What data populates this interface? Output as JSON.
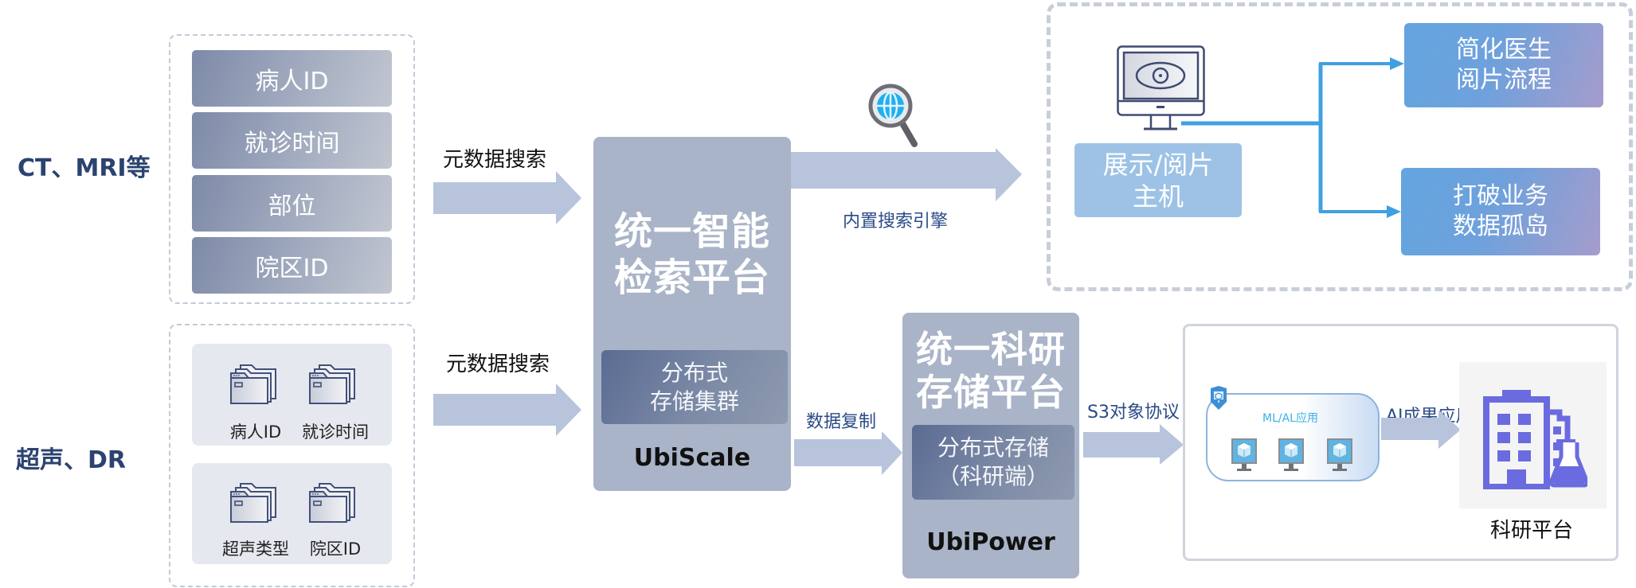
{
  "sources": {
    "ct_mri": {
      "label": "CT、MRI等",
      "fields": [
        "病人ID",
        "就诊时间",
        "部位",
        "院区ID"
      ]
    },
    "ultrasound_dr": {
      "label": "超声、DR",
      "panels": [
        {
          "items": [
            {
              "icon": "folder-stack-icon",
              "label": "病人ID"
            },
            {
              "icon": "folder-stack-icon",
              "label": "就诊时间"
            }
          ]
        },
        {
          "items": [
            {
              "icon": "folder-stack-icon",
              "label": "超声类型"
            },
            {
              "icon": "folder-stack-icon",
              "label": "院区ID"
            }
          ]
        }
      ]
    }
  },
  "arrows": {
    "metadata_search_top": "元数据搜索",
    "metadata_search_bottom": "元数据搜索",
    "builtin_search_engine": "内置搜索引擎",
    "data_replication": "数据复制",
    "s3_protocol": "S3对象协议",
    "ai_result_application": "AI成果应用"
  },
  "retrieval_platform": {
    "title_line1": "统一智能",
    "title_line2": "检索平台",
    "storage_line1": "分布式",
    "storage_line2": "存储集群",
    "product": "UbiScale"
  },
  "research_storage_platform": {
    "title_line1": "统一科研",
    "title_line2": "存储平台",
    "storage_line1": "分布式存储",
    "storage_line2": "（科研端）",
    "product": "UbiPower"
  },
  "viewing": {
    "host_line1": "展示/阅片",
    "host_line2": "主机",
    "benefits": [
      {
        "line1": "简化医生",
        "line2": "阅片流程"
      },
      {
        "line1": "打破业务",
        "line2": "数据孤岛"
      }
    ]
  },
  "research": {
    "ml_app_label": "ML/AL应用",
    "platform_label": "科研平台"
  },
  "colors": {
    "arrow_fill": "#b8c4dc",
    "branch_line": "#3fa0e2",
    "source_label": "#2c4370",
    "building": "#6b6be0"
  }
}
